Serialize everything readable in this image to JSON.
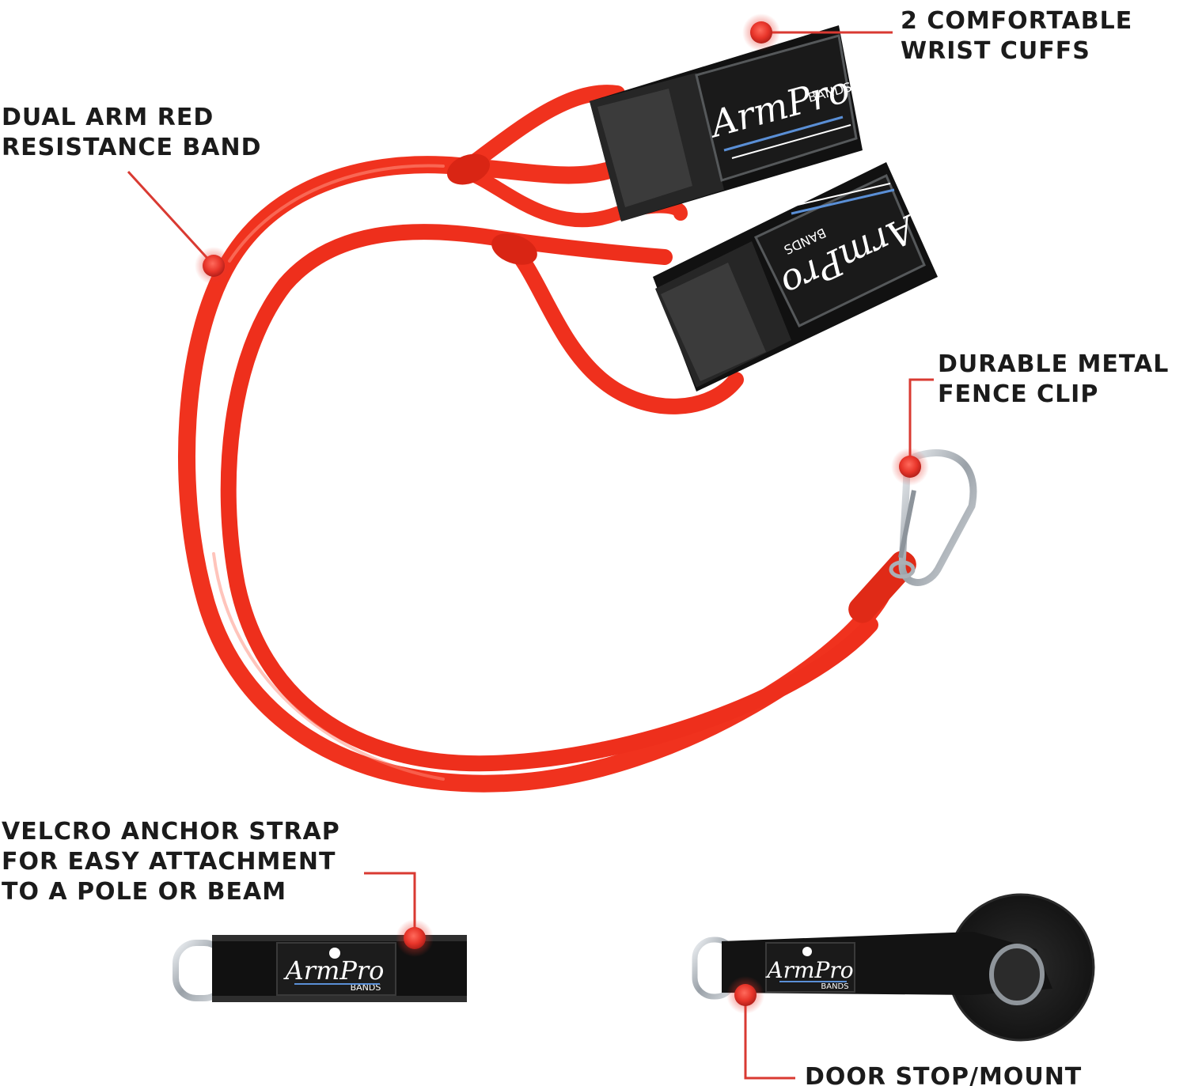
{
  "callouts": {
    "wrist_cuffs": {
      "line1": "2 COMFORTABLE",
      "line2": "WRIST CUFFS"
    },
    "resistance_band": {
      "line1": "DUAL ARM RED",
      "line2": "RESISTANCE BAND"
    },
    "fence_clip": {
      "line1": "DURABLE METAL",
      "line2": "FENCE CLIP"
    },
    "anchor_strap": {
      "line1": "VELCRO ANCHOR STRAP",
      "line2": "FOR EASY ATTACHMENT",
      "line3": "TO A POLE OR BEAM"
    },
    "door_stop": {
      "line1": "DOOR STOP/MOUNT"
    }
  },
  "logos": {
    "brand": "ArmPro",
    "sub": "BANDS"
  },
  "colors": {
    "band": "#f0321e",
    "band_dark": "#c41e10",
    "leader": "#d93a32",
    "dot": "#e8352a",
    "strap": "#111111",
    "velcro": "#3a3a3a",
    "logo_blue": "#5a8fd6",
    "metal": "#b9bec4"
  }
}
